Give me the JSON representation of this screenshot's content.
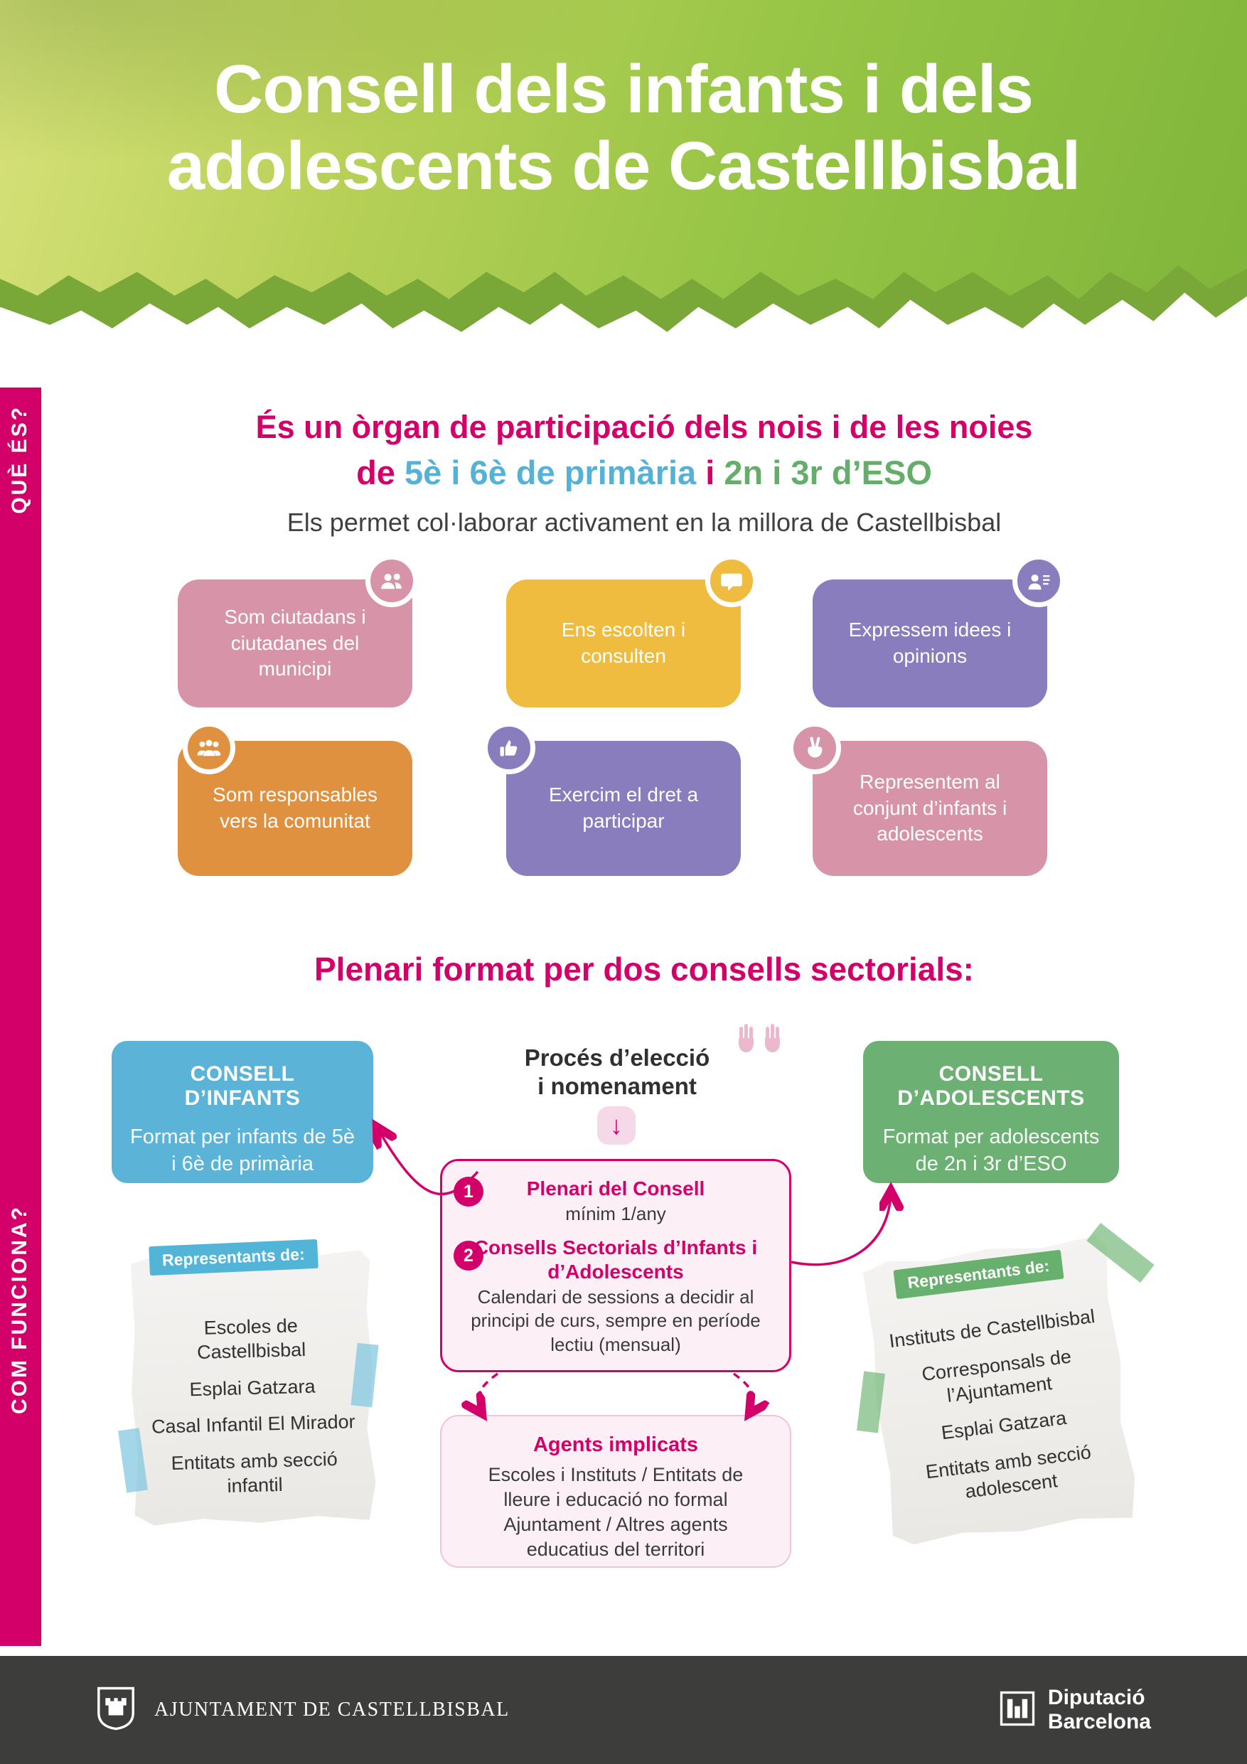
{
  "header": {
    "title_line1": "Consell dels infants i dels",
    "title_line2": "adolescents de Castellbisbal"
  },
  "sidebar": {
    "que_es": "QUÈ ÉS?",
    "com_funciona": "COM FUNCIONA?"
  },
  "intro": {
    "line1": "És un òrgan de participació dels nois i de les noies",
    "line2_prefix": "de ",
    "line2_blue": "5è i 6è de primària",
    "line2_mid": " i ",
    "line2_green": "2n i 3r d’ESO",
    "subtitle": "Els permet col·laborar activament en la millora de Castellbisbal"
  },
  "cards": [
    {
      "text": "Som ciutadans i ciutadanes del municipi"
    },
    {
      "text": "Ens escolten i consulten"
    },
    {
      "text": "Expressem idees i opinions"
    },
    {
      "text": "Som responsables vers la comunitat"
    },
    {
      "text": "Exercim el dret a participar"
    },
    {
      "text": "Representem al conjunt d’infants i adolescents"
    }
  ],
  "section2": {
    "heading": "Plenari format per dos consells sectorials:",
    "consell_infants": {
      "title": "CONSELL D’INFANTS",
      "body": "Format per infants de 5è i 6è de primària"
    },
    "consell_adolescents": {
      "title": "CONSELL D’ADOLESCENTS",
      "body": "Format per adolescents de 2n i 3r d’ESO"
    },
    "process": {
      "line1": "Procés d’elecció",
      "line2": "i nomenament"
    },
    "plenari_box": {
      "step1_num": "1",
      "step1_title": "Plenari del Consell",
      "step1_body": "mínim 1/any",
      "step2_num": "2",
      "step2_title": "Consells Sectorials d’Infants i d’Adolescents",
      "step2_body": "Calendari de sessions a decidir al principi de curs, sempre en període lectiu (mensual)"
    },
    "agents_box": {
      "title": "Agents implicats",
      "body": "Escoles i Instituts / Entitats de lleure i educació no formal Ajuntament / Altres agents educatius del territori"
    },
    "left_note": {
      "label": "Representants de:",
      "items": [
        "Escoles de Castellbisbal",
        "Esplai Gatzara",
        "Casal Infantil El Mirador",
        "Entitats amb secció infantil"
      ]
    },
    "right_note": {
      "label": "Representants de:",
      "items": [
        "Instituts de Castellbisbal",
        "Corresponsals de l’Ajuntament",
        "Esplai Gatzara",
        "Entitats amb secció adolescent"
      ]
    }
  },
  "footer": {
    "ajuntament": "AJUNTAMENT DE CASTELLBISBAL",
    "diputacio_line1": "Diputació",
    "diputacio_line2": "Barcelona"
  },
  "icons": {
    "down_arrow": "↓",
    "card_icons": [
      "people-group",
      "speech-bubble",
      "person-speaking",
      "three-people",
      "thumbs-up",
      "victory-hand"
    ],
    "process_icon": "raised-hands",
    "footer_left_icon": "castle-shield",
    "footer_right_icon": "square-emblem"
  },
  "colors": {
    "magenta": "#d4006a",
    "blue": "#5bb4d8",
    "green": "#6cb173",
    "yellow": "#efbc3f",
    "purple": "#8a7dbe",
    "orange": "#e09140",
    "pink": "#d793a8",
    "header_green_light": "#d8e27a",
    "header_green_dark": "#7fb53a",
    "footer_bg": "#3d3d3c"
  }
}
